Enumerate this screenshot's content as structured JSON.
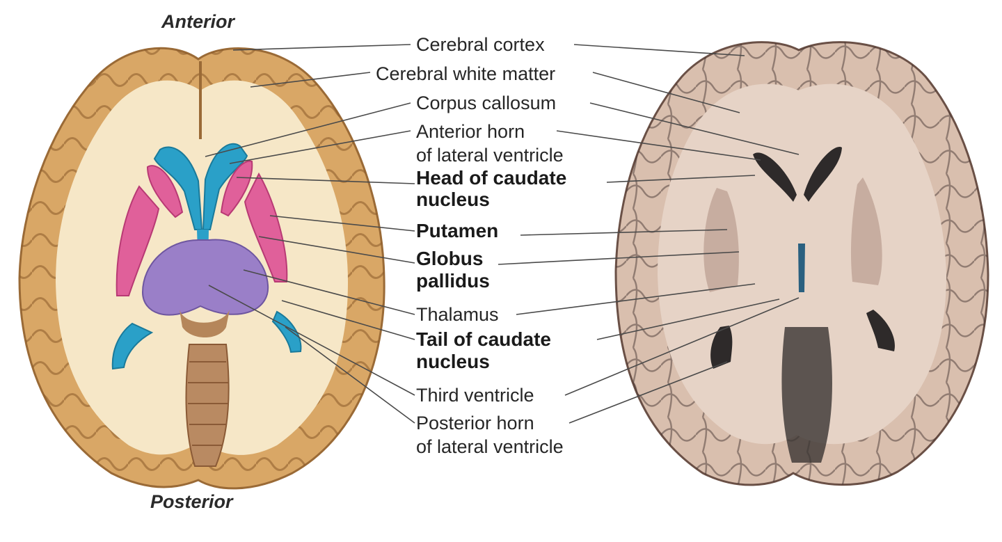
{
  "orientation": {
    "anterior": "Anterior",
    "posterior": "Posterior"
  },
  "labels": {
    "cerebral_cortex": "Cerebral cortex",
    "cerebral_white_matter": "Cerebral white matter",
    "corpus_callosum": "Corpus callosum",
    "anterior_horn_1": "Anterior horn",
    "anterior_horn_2": "of lateral ventricle",
    "head_caudate_1": "Head of caudate",
    "head_caudate_2": "nucleus",
    "putamen": "Putamen",
    "globus_1": "Globus",
    "globus_2": "pallidus",
    "thalamus": "Thalamus",
    "tail_caudate_1": "Tail of caudate",
    "tail_caudate_2": "nucleus",
    "third_ventricle": "Third ventricle",
    "posterior_horn_1": "Posterior horn",
    "posterior_horn_2": "of lateral ventricle"
  },
  "colors": {
    "cortex": "#d9a766",
    "white_matter": "#f6e7c7",
    "ventricle": "#2aa0c8",
    "putamen": "#e0609a",
    "thalamus": "#9a7fc8",
    "specimen": "#d9bfae",
    "leader": "#4a4a4a"
  }
}
